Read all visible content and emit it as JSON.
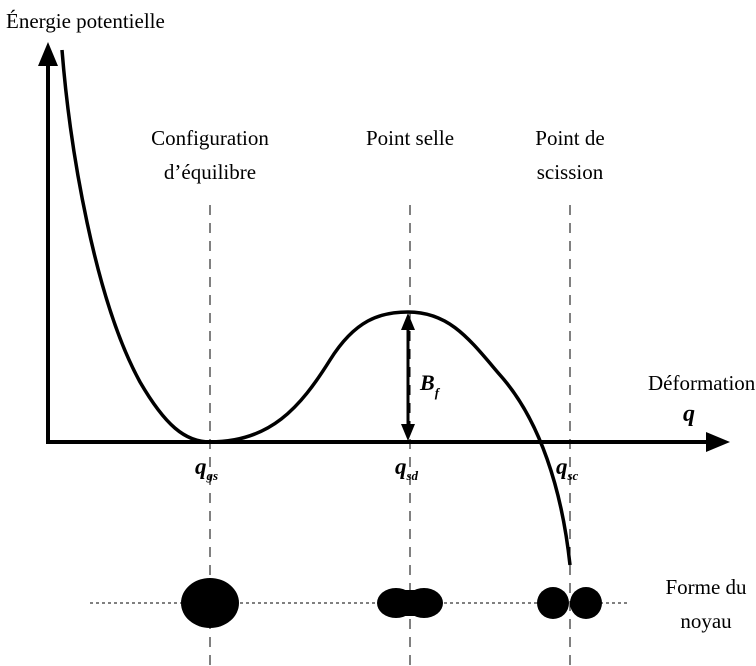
{
  "y_axis_label": "Énergie potentielle",
  "x_axis_label": "Déformation",
  "x_axis_symbol": "q",
  "barrier": {
    "symbol": "B",
    "subscript": "f"
  },
  "points": [
    {
      "id": "gs",
      "line1": "Configuration",
      "line2": "d’équilibre",
      "symbol": "q",
      "subscript": "gs"
    },
    {
      "id": "sd",
      "line1": "Point selle",
      "line2": "",
      "symbol": "q",
      "subscript": "sd"
    },
    {
      "id": "sc",
      "line1": "Point de",
      "line2": "scission",
      "symbol": "q",
      "subscript": "sc"
    }
  ],
  "shape_label": {
    "line1": "Forme du",
    "line2": "noyau"
  }
}
